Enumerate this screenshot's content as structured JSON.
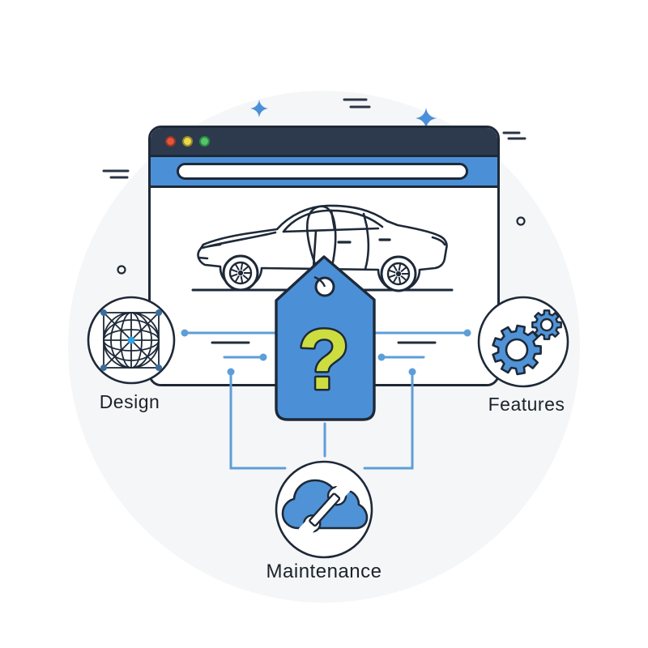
{
  "browser": {
    "address_value": "",
    "traffic_lights": [
      "red",
      "yellow",
      "green"
    ]
  },
  "tag": {
    "symbol": "?"
  },
  "nodes": [
    {
      "label": "Design",
      "icon": "wireframe-sphere-icon"
    },
    {
      "label": "Features",
      "icon": "gears-icon"
    },
    {
      "label": "Maintenance",
      "icon": "cloud-wrench-icon"
    }
  ],
  "colors": {
    "accent_blue": "#4b90d7",
    "connector_blue": "#5d9ed9",
    "titlebar_navy": "#2d3a4e",
    "outline_dark": "#1e2938",
    "question_lime": "#ccdd40",
    "halo_gray": "#f5f6f7",
    "traffic_red": "#e2563f",
    "traffic_yellow": "#e9d94b",
    "traffic_green": "#55c46a"
  }
}
